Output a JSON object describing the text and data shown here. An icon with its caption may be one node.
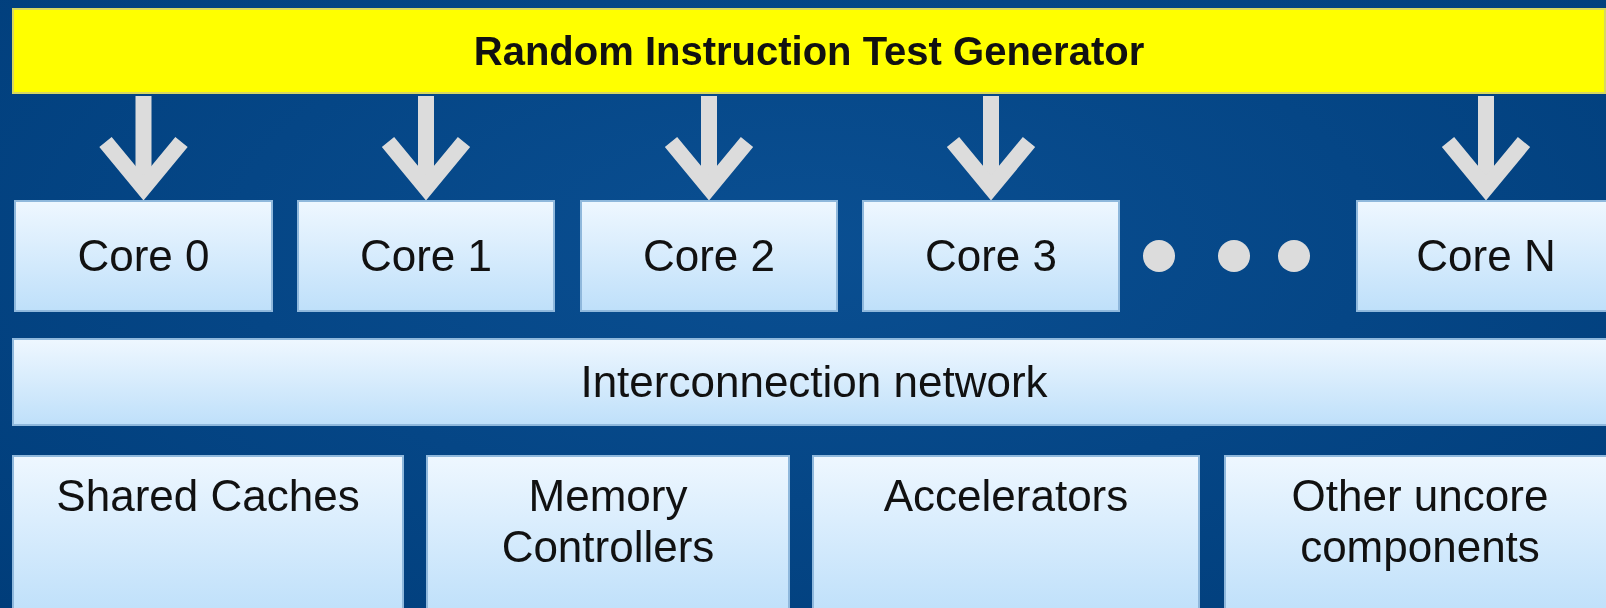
{
  "diagram": {
    "nodes": [
      {
        "text": [
          "Random Instruction Test Generator"
        ]
      },
      {
        "text": [
          "Core 0"
        ]
      },
      {
        "text": [
          "Core 1"
        ]
      },
      {
        "text": [
          "Core 2"
        ]
      },
      {
        "text": [
          "Core 3"
        ]
      },
      {
        "text": [
          "Core N"
        ]
      },
      {
        "text": [
          "Interconnection network"
        ]
      },
      {
        "text": [
          "Shared Caches"
        ]
      },
      {
        "text": [
          "Memory Controllers"
        ]
      },
      {
        "text": [
          "Accelerators"
        ]
      },
      {
        "text": [
          "Other uncore components"
        ]
      }
    ],
    "edges": [
      {
        "from": 0,
        "to": 1,
        "arrow": "to"
      },
      {
        "from": 0,
        "to": 2,
        "arrow": "to"
      },
      {
        "from": 0,
        "to": 3,
        "arrow": "to"
      },
      {
        "from": 0,
        "to": 4,
        "arrow": "to"
      },
      {
        "from": 0,
        "to": 5,
        "arrow": "to"
      }
    ]
  }
}
